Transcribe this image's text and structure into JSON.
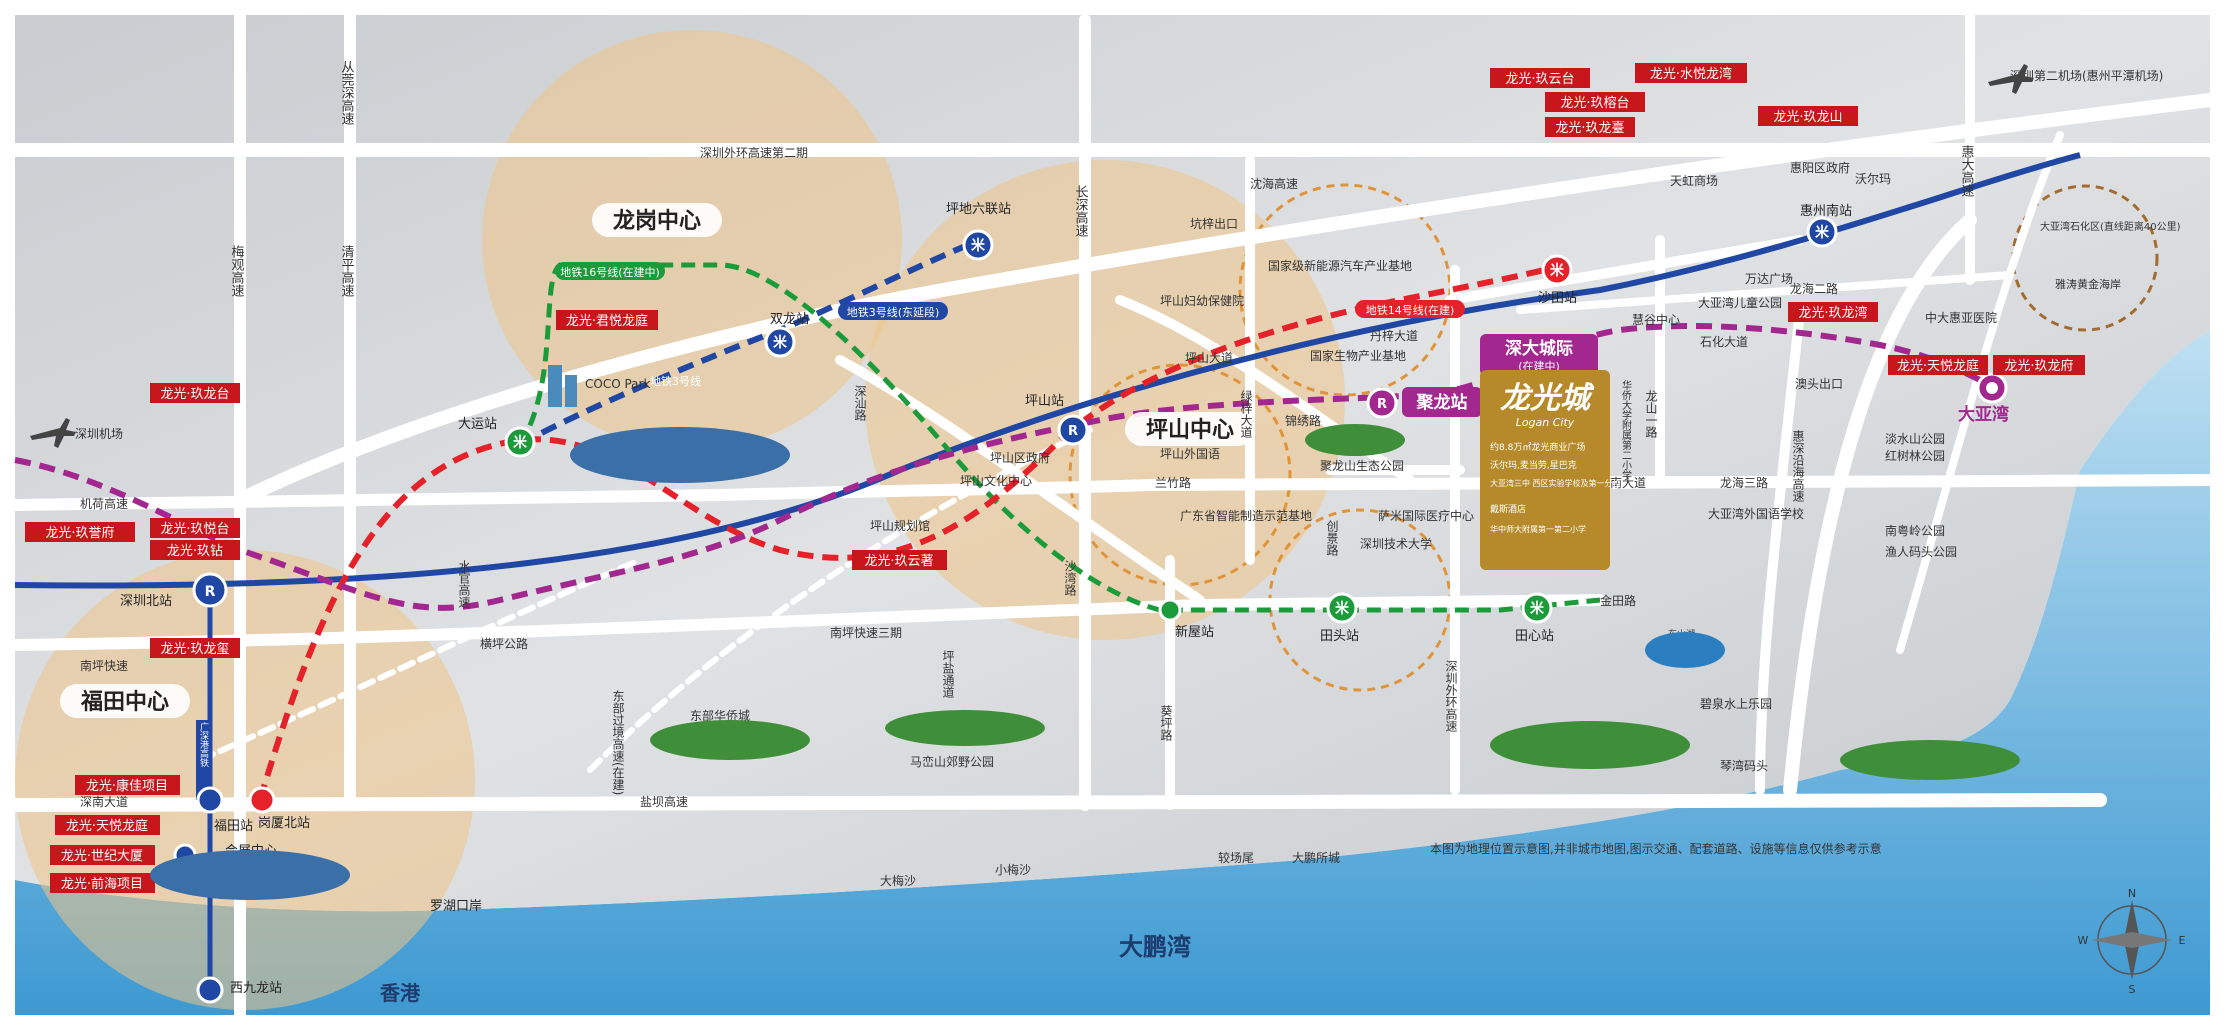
{
  "centers": [
    "龙岗中心",
    "坪山中心",
    "福田中心"
  ],
  "main_roads": [
    "深圳外环高速第二期",
    "沈海高速",
    "从莞深高速",
    "梅观高速",
    "清平高速",
    "长深高速",
    "惠大高速",
    "机荷高速",
    "南坪快速",
    "深南大道",
    "盐坝高速",
    "南坪快速三期",
    "横坪公路",
    "水官高速",
    "东部过境高速(在建)",
    "坪盐通道",
    "龙海二路",
    "龙海三路",
    "西南大道",
    "金田路",
    "丹梓大道",
    "坪山大道",
    "锦绣路",
    "绿梓大道",
    "兰竹路",
    "创景路",
    "龙山一路",
    "坑梓出口",
    "澳头出口",
    "葵坪路",
    "深圳外环高速",
    "惠深沿海高速",
    "深汕路",
    "石化大道",
    "沙湾路"
  ],
  "stations": [
    "坪地六联站",
    "双龙站",
    "大运站",
    "坪山站",
    "沙田站",
    "惠州南站",
    "深圳北站",
    "福田站",
    "岗厦北站",
    "会展中心",
    "西九龙站",
    "新屋站",
    "田头站",
    "田心站",
    "聚龙站",
    "罗湖口岸"
  ],
  "metro_lines": [
    "地铁16号线(在建中)",
    "地铁3号线(东延段)",
    "地铁3号线",
    "地铁14号线(在建)",
    "深大城际",
    "(在建中)",
    "广深港高铁"
  ],
  "projects": [
    "龙光·玖云台",
    "龙光·水悦龙湾",
    "龙光·玖榕台",
    "龙光·玖龙山",
    "龙光·玖龙臺",
    "龙光·君悦龙庭",
    "龙光·玖龙台",
    "龙光·玖誉府",
    "龙光·玖悦台",
    "龙光·玖钻",
    "龙光·玖龙玺",
    "龙光·康佳项目",
    "龙光·天悦龙庭",
    "龙光·世纪大厦",
    "龙光·前海项目",
    "龙光·玖云著",
    "龙光·玖龙湾",
    "龙光·天悦龙庭",
    "龙光·玖龙府"
  ],
  "landmarks": [
    "深圳机场",
    "深圳第二机场(惠州平潭机场)",
    "COCO Park",
    "坪山妇幼保健院",
    "国家级新能源汽车产业基地",
    "国家生物产业基地",
    "坪山区政府",
    "坪山文化中心",
    "坪山外国语",
    "广东省智能制造示范基地",
    "坪山规划馆",
    "聚龙山生态公园",
    "萨米国际医疗中心",
    "深圳技术大学",
    "华侨大学附属第二小学",
    "东部华侨城",
    "马峦山郊野公园",
    "天虹商场",
    "惠阳区政府",
    "沃尔玛",
    "万达广场",
    "大亚湾儿童公园",
    "中大惠亚医院",
    "淡水山公园",
    "红树林公园",
    "大亚湾外国语学校",
    "南粤岭公园",
    "渔人码头公园",
    "大亚湾石化区(直线距离40公里)",
    "雅涛黄金海岸",
    "碧泉水上乐园",
    "东山湖",
    "琴湾码头",
    "大梅沙",
    "小梅沙",
    "较场尾",
    "大鹏所城",
    "大亚湾",
    "慧谷中心"
  ],
  "seas": [
    "大鹏湾",
    "香港",
    "大亚湾"
  ],
  "brand": {
    "name": "龙光城",
    "sub": "Logan City",
    "bullets": [
      "约8.8万㎡龙光商业广场",
      "沃尔玛,麦当劳,星巴克",
      "大亚湾三中 西区实验学校及第一分校",
      "戴斯酒店",
      "华中师大附属第一第二小学"
    ]
  },
  "disclaimer": "本图为地理位置示意图,并非城市地图,图示交通、配套道路、设施等信息仅供参考示意",
  "compass": [
    "N",
    "S",
    "W",
    "E"
  ],
  "colors": {
    "land": "#d3d6da",
    "sea": "#3f9ad1",
    "center_circle": "#f0c487",
    "line_red": "#e5212a",
    "line_green": "#1c9b3b",
    "line_blue": "#1f47a3",
    "line_purple": "#a2278f",
    "project_red": "#c8161d",
    "brand_gold": "#b68a2b"
  }
}
